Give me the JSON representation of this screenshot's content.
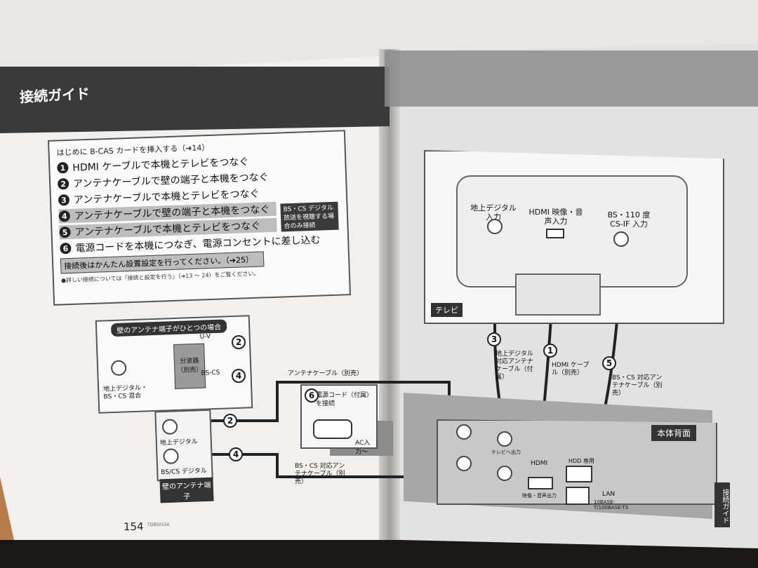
{
  "header": {
    "title": "接続ガイド"
  },
  "steps": {
    "intro": "はじめに B-CAS カードを挿入する（➔14）",
    "items": [
      {
        "n": "1",
        "text": "HDMI ケーブルで本機とテレビをつなぐ"
      },
      {
        "n": "2",
        "text": "アンテナケーブルで壁の端子と本機をつなぐ"
      },
      {
        "n": "3",
        "text": "アンテナケーブルで本機とテレビをつなぐ"
      },
      {
        "n": "4",
        "text": "アンテナケーブルで壁の端子と本機をつなぐ"
      },
      {
        "n": "5",
        "text": "アンテナケーブルで本機とテレビをつなぐ"
      },
      {
        "n": "6",
        "text": "電源コードを本機につなぎ、電源コンセントに差し込む"
      }
    ],
    "bs_note": "BS・CS デジタル放送を視聴する場合のみ接続",
    "after": "接続後はかんたん設置設定を行ってください。（➔25）",
    "detail": "●詳しい接続については「接続と設定を行う」（➔13 ～ 24）をご覧ください。"
  },
  "wall_case": {
    "caption": "壁のアンテナ端子がひとつの場合",
    "splitter": "分波器（別売）",
    "uv": "U-V",
    "bscs": "BS-CS",
    "mixed": "地上デジタル・BS・CS 混合"
  },
  "plate": {
    "terrestrial": "地上デジタル",
    "bscs": "BS/CS デジタル",
    "caption": "壁のアンテナ端子"
  },
  "antenna_cable": "アンテナケーブル（別売）",
  "bscs_cable": "BS・CS 対応アンテナケーブル（別売）",
  "power": {
    "label": "電源コード（付属）を接続",
    "ac": "AC入力～"
  },
  "page": {
    "number": "154",
    "code": "TQBS0156"
  },
  "tv": {
    "label": "テレビ",
    "in_terrestrial": "地上デジタル入力",
    "in_hdmi": "HDMI 映像・音声入力",
    "in_bs": "BS・110 度 CS-IF 入力"
  },
  "cables": {
    "c3": "地上デジタル対応アンテナケーブル（付属）",
    "c1": "HDMI ケーブル（別売）",
    "c5": "BS・CS 対応アンテナケーブル（別売）"
  },
  "body": {
    "label": "本体背面",
    "hdmi": "HDMI",
    "hdmi_out": "映像・音声出力",
    "hdd": "HDD 専用",
    "lan": "LAN",
    "lan_spec": "10BASE-T/100BASE-TX",
    "tv_out": "テレビへ出力"
  },
  "side_tab": "接続ガイド",
  "nums": {
    "one": "1",
    "two": "2",
    "three": "3",
    "four": "4",
    "five": "5",
    "six": "6"
  }
}
